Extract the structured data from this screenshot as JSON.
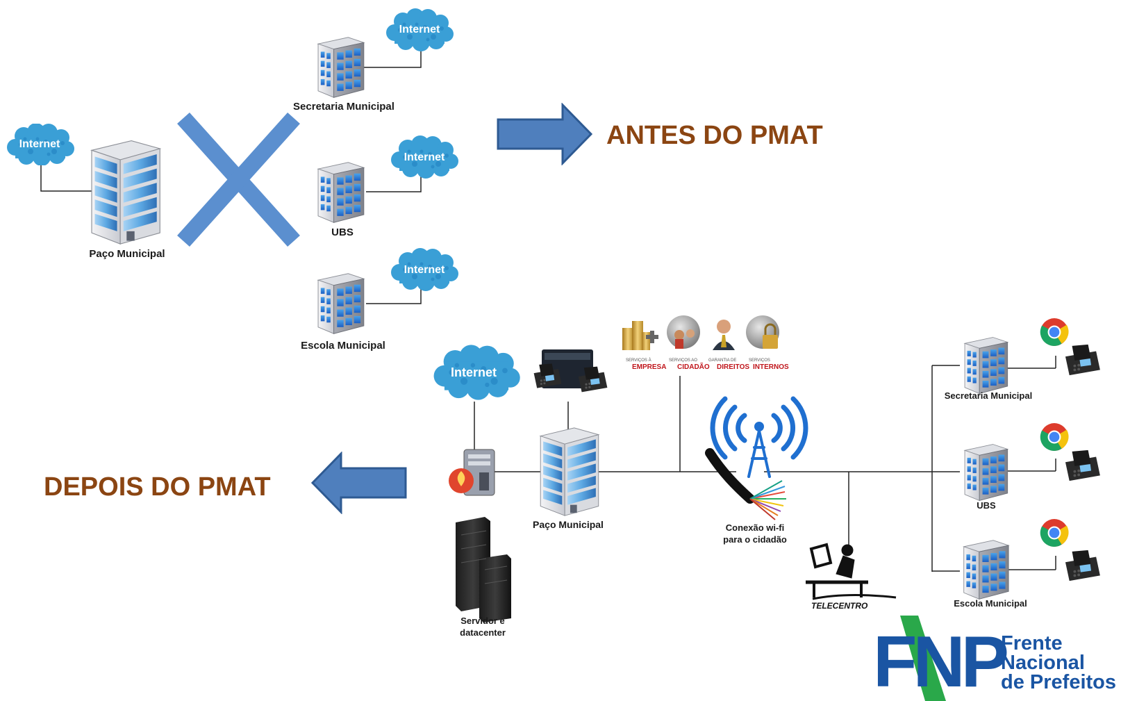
{
  "colors": {
    "accent_title": "#8b4512",
    "arrow_fill": "#4f7fbd",
    "arrow_stroke": "#2e5a92",
    "cross": "#5b8fcf",
    "cloud": "#3a9fd6",
    "line": "#222222",
    "fnp_blue": "#1a55a3",
    "fnp_green": "#2aa84a",
    "service_red": "#c0151b"
  },
  "before": {
    "title": "ANTES DO PMAT",
    "pac": {
      "label": "Paço Municipal",
      "internet": "Internet"
    },
    "secretaria": {
      "label": "Secretaria Municipal",
      "internet": "Internet"
    },
    "ubs": {
      "label": "UBS",
      "internet": "Internet"
    },
    "escola": {
      "label": "Escola Municipal",
      "internet": "Internet"
    }
  },
  "after": {
    "title": "DEPOIS DO PMAT",
    "internet": "Internet",
    "pac_label": "Paço Municipal",
    "server_label_1": "Servidor e",
    "server_label_2": "datacenter",
    "services": [
      {
        "top": "SERVIÇOS À",
        "bottom": "EMPRESA"
      },
      {
        "top": "SERVIÇOS AO",
        "bottom": "CIDADÃO"
      },
      {
        "top": "GARANTIA DE",
        "bottom": "DIREITOS"
      },
      {
        "top": "SERVIÇOS",
        "bottom": "INTERNOS"
      }
    ],
    "wifi_label_1": "Conexão wi-fi",
    "wifi_label_2": "para o cidadão",
    "telecentro": "TELECENTRO",
    "secretaria_label": "Secretaria Municipal",
    "ubs_label": "UBS",
    "escola_label": "Escola Municipal"
  },
  "logo": {
    "mark": "FNP",
    "line1": "Frente",
    "line2": "Nacional",
    "line3": "de Prefeitos"
  },
  "icons": {
    "building": "office-building-icon",
    "tower": "tower-building-icon",
    "cloud": "internet-cloud-icon",
    "arrow": "block-arrow-icon",
    "cross": "cross-x-icon",
    "server": "server-rack-icon",
    "firewall": "firewall-icon",
    "phone": "ip-phone-icon",
    "browser": "browser-icon",
    "antenna": "wifi-antenna-icon",
    "cable": "fiber-cable-icon",
    "person": "person-at-desk-icon",
    "coins": "coins-icon",
    "globe": "globe-icon",
    "lock": "lock-icon"
  }
}
